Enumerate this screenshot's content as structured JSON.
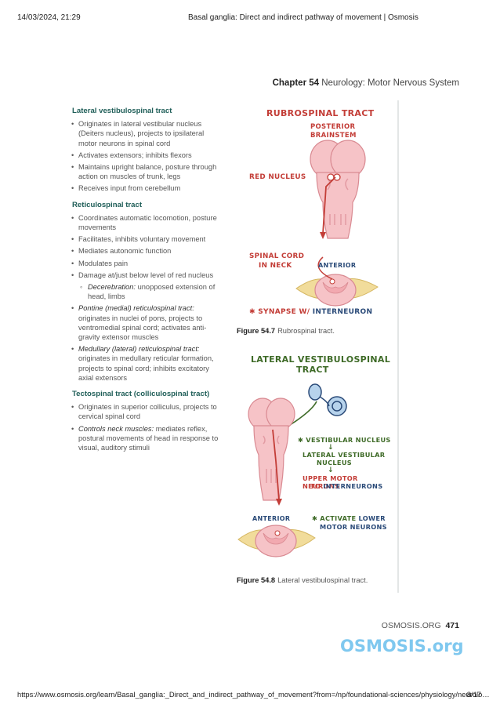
{
  "browser_header": {
    "datetime": "14/03/2024, 21:29",
    "title": "Basal ganglia: Direct and indirect pathway of movement | Osmosis"
  },
  "chapter": {
    "label": "Chapter 54",
    "title": "Neurology: Motor Nervous System"
  },
  "sections": {
    "lateral_vestibulospinal": {
      "heading": "Lateral vestibulospinal tract",
      "items": [
        "Originates in lateral vestibular nucleus (Deiters nucleus), projects to ipsilateral motor neurons in spinal cord",
        "Activates extensors; inhibits flexors",
        "Maintains upright balance, posture through action on muscles of trunk, legs",
        "Receives input from cerebellum"
      ]
    },
    "reticulospinal": {
      "heading": "Reticulospinal tract",
      "items": [
        "Coordinates automatic locomotion, posture movements",
        "Facilitates, inhibits voluntary movement",
        "Mediates autonomic function",
        "Modulates pain",
        "Damage at/just below level of red nucleus"
      ],
      "sub_item_term": "Decerebration:",
      "sub_item_text": " unopposed extension of head, limbs",
      "pontine_term": "Pontine (medial) reticulospinal tract:",
      "pontine_text": " originates in nuclei of pons, projects to ventromedial spinal cord; activates anti-gravity extensor muscles",
      "medullary_term": "Medullary (lateral) reticulospinal tract:",
      "medullary_text": " originates in medullary reticular formation, projects to spinal cord; inhibits excitatory axial extensors"
    },
    "tectospinal": {
      "heading": "Tectospinal tract (colliculospinal tract)",
      "item1": "Originates in superior colliculus, projects to cervical spinal cord",
      "item2_term": "Controls neck muscles:",
      "item2_text": " mediates reflex, postural movements of head in response to visual, auditory stimuli"
    }
  },
  "figure1": {
    "title": "RUBROSPINAL TRACT",
    "label_posterior_1": "POSTERIOR",
    "label_posterior_2": "BRAINSTEM",
    "label_red_nucleus": "RED NUCLEUS",
    "label_spinal_1": "SPINAL CORD",
    "label_spinal_2": "IN NECK",
    "label_anterior": "ANTERIOR",
    "label_synapse": "✱ SYNAPSE W/ ",
    "label_interneuron": "INTERNEURON",
    "caption_num": "Figure 54.7",
    "caption_text": "Rubrospinal tract."
  },
  "figure2": {
    "title_1": "LATERAL VESTIBULOSPINAL",
    "title_2": "TRACT",
    "label_vestibular": "✱ VESTIBULAR NUCLEUS",
    "arrow": "↓",
    "label_lateral_1": "LATERAL VESTIBULAR",
    "label_lateral_2": "NUCLEUS",
    "label_upper": "UPPER MOTOR NEURONS",
    "label_to": "TO ",
    "label_interneurons": "INTERNEURONS",
    "label_anterior": "ANTERIOR",
    "label_activate": "✱ ACTIVATE ",
    "label_lower": "LOWER",
    "label_motor": "MOTOR NEURONS",
    "caption_num": "Figure 54.8",
    "caption_text": "Lateral vestibulospinal tract."
  },
  "footer": {
    "org": "OSMOSIS.ORG",
    "page": "471",
    "logo_main": "OSMOSIS",
    "logo_suffix": ".org",
    "url": "https://www.osmosis.org/learn/Basal_ganglia:_Direct_and_indirect_pathway_of_movement?from=/np/foundational-sciences/physiology/neurolo…",
    "print_page": "8/17"
  },
  "colors": {
    "section_heading": "#1f5e58",
    "tract_red": "#c33d37",
    "tract_green": "#3f6b28",
    "tissue_pink": "#f6c3c7",
    "nerve_yellow": "#f1dc9b",
    "logo_blue": "#7fc8ef"
  }
}
